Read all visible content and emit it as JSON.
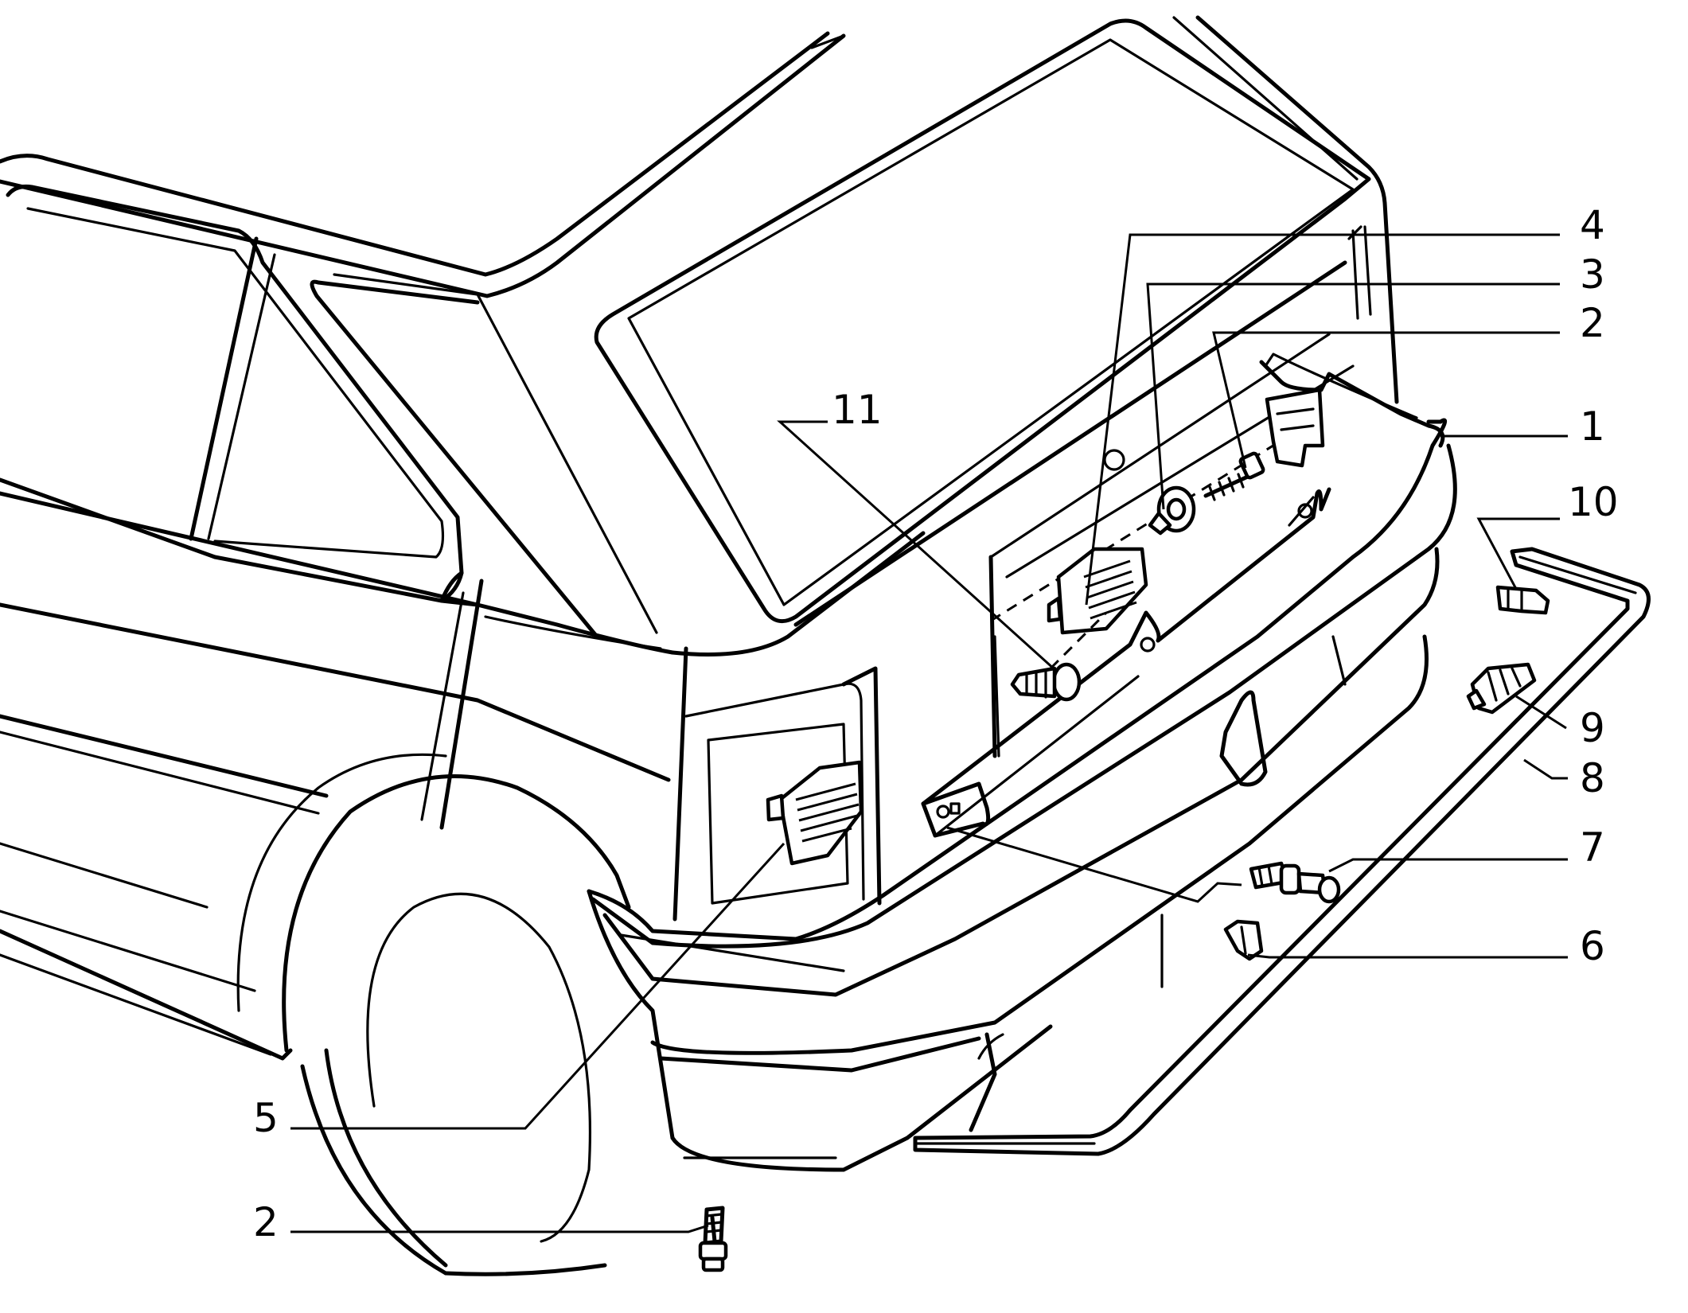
{
  "callouts": [
    {
      "id": "c1",
      "text": "1"
    },
    {
      "id": "c2a",
      "text": "2"
    },
    {
      "id": "c2b",
      "text": "2"
    },
    {
      "id": "c3",
      "text": "3"
    },
    {
      "id": "c4",
      "text": "4"
    },
    {
      "id": "c5",
      "text": "5"
    },
    {
      "id": "c6",
      "text": "6"
    },
    {
      "id": "c7",
      "text": "7"
    },
    {
      "id": "c8",
      "text": "8"
    },
    {
      "id": "c9",
      "text": "9"
    },
    {
      "id": "c10",
      "text": "10"
    },
    {
      "id": "c11",
      "text": "11"
    }
  ]
}
